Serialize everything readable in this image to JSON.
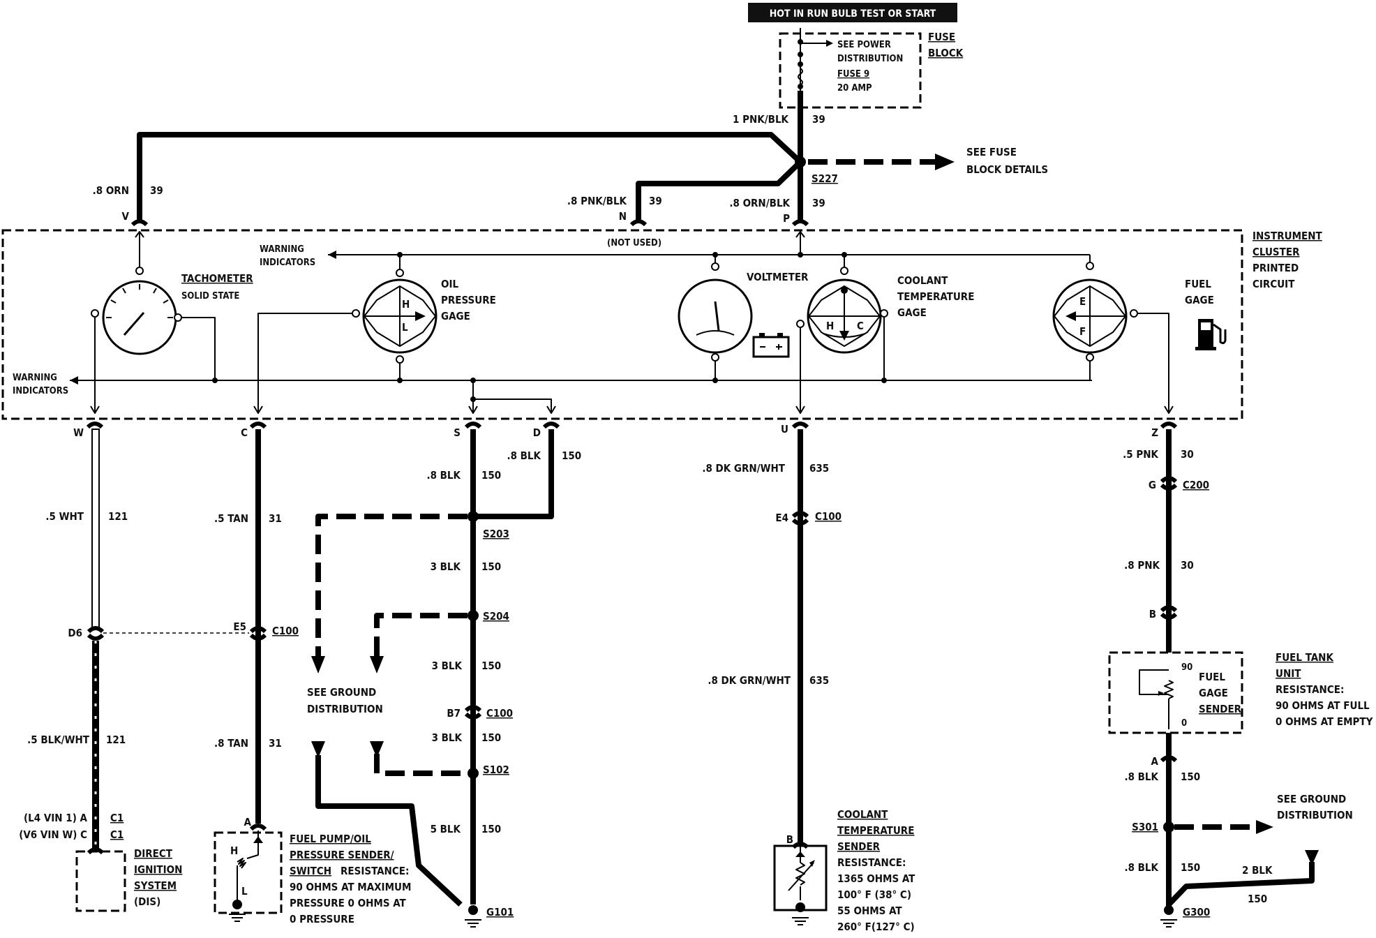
{
  "banner": "HOT IN RUN BULB TEST OR START",
  "fuse": {
    "see_power": "SEE POWER",
    "distribution": "DISTRIBUTION",
    "fuse_name": "FUSE 9",
    "rating": "20 AMP",
    "title1": "FUSE",
    "title2": "BLOCK"
  },
  "fuse_details1": "SEE FUSE",
  "fuse_details2": "BLOCK DETAILS",
  "splice_s227": "S227",
  "wires_top": {
    "pnk_blk_1": "1 PNK/BLK",
    "c39a": "39",
    "orn_left": ".8 ORN",
    "c39b": "39",
    "pnk_blk_n": ".8 PNK/BLK",
    "c39c": "39",
    "orn_blk_p": ".8 ORN/BLK",
    "c39d": "39"
  },
  "pins_top": {
    "v": "V",
    "n": "N",
    "p": "P"
  },
  "cluster": {
    "title": [
      "INSTRUMENT",
      "CLUSTER",
      "PRINTED",
      "CIRCUIT"
    ],
    "warning1": "WARNING",
    "indicators1": "INDICATORS",
    "warning2": "WARNING",
    "indicators2": "INDICATORS",
    "not_used": "(NOT USED)",
    "tach": "TACHOMETER",
    "tach_sub": "SOLID STATE",
    "oil": [
      "OIL",
      "PRESSURE",
      "GAGE"
    ],
    "volt": "VOLTMETER",
    "coolant": [
      "COOLANT",
      "TEMPERATURE",
      "GAGE"
    ],
    "fuel": [
      "FUEL",
      "GAGE"
    ],
    "oil_h": "H",
    "oil_l": "L",
    "cool_h": "H",
    "cool_c": "C",
    "fuel_e": "E",
    "fuel_f": "F"
  },
  "pins_bottom": {
    "w": "W",
    "c": "C",
    "s": "S",
    "d": "D",
    "u": "U",
    "z": "Z"
  },
  "wires_bottom": {
    "w1": ".5 WHT",
    "w1c": "121",
    "w2": ".5 BLK/WHT",
    "w2c": "121",
    "c1": ".5 TAN",
    "c1c": "31",
    "c2": ".8 TAN",
    "c2c": "31",
    "s1": ".8 BLK",
    "s1c": "150",
    "d1": ".8 BLK",
    "d1c": "150",
    "s2": "3 BLK",
    "s2c": "150",
    "s3": "3 BLK",
    "s3c": "150",
    "s4": "3 BLK",
    "s4c": "150",
    "s5": "5 BLK",
    "s5c": "150",
    "u1": ".8 DK GRN/WHT",
    "u1c": "635",
    "u2": ".8 DK GRN/WHT",
    "u2c": "635",
    "z1": ".5 PNK",
    "z1c": "30",
    "z2": ".8 PNK",
    "z2c": "30",
    "z3": ".8 BLK",
    "z3c": "150",
    "z4": ".8 BLK",
    "z4c": "150",
    "z5": "2 BLK",
    "z5c": "150"
  },
  "connectors": {
    "d6": "D6",
    "e5": "E5",
    "c100a": "C100",
    "b7": "B7",
    "c100b": "C100",
    "e4": "E4",
    "c100c": "C100",
    "g": "G",
    "c200": "C200",
    "b": "B",
    "a_fuel": "A",
    "a_pump": "A",
    "b_cool": "B",
    "vin1": "(L4 VIN 1)  A",
    "vin2": "(V6 VIN W)  C",
    "c1a": "C1",
    "c1b": "C1"
  },
  "splices": {
    "s203": "S203",
    "s204": "S204",
    "s102": "S102",
    "s301": "S301"
  },
  "grounds": {
    "g101": "G101",
    "g300": "G300"
  },
  "ground_dist1": "SEE GROUND",
  "ground_dist2": "DISTRIBUTION",
  "ground_dist3": "SEE GROUND",
  "ground_dist4": "DISTRIBUTION",
  "dis": [
    "DIRECT",
    "IGNITION",
    "SYSTEM",
    "(DIS)"
  ],
  "pump": {
    "title": [
      "FUEL PUMP/OIL",
      "PRESSURE SENDER/",
      "SWITCH"
    ],
    "resistance": "RESISTANCE:",
    "body": [
      "90 OHMS AT MAXIMUM",
      "PRESSURE 0 OHMS AT",
      "0 PRESSURE"
    ],
    "h": "H",
    "l": "L"
  },
  "cool_sender": {
    "title": [
      "COOLANT",
      "TEMPERATURE",
      "SENDER"
    ],
    "body": [
      "RESISTANCE:",
      "1365 OHMS AT",
      "100° F (38° C)",
      "55 OHMS AT",
      "260° F(127° C)"
    ]
  },
  "fuel_unit": {
    "title": [
      "FUEL TANK",
      "UNIT"
    ],
    "body": [
      "RESISTANCE:",
      "90 OHMS AT FULL",
      "0 OHMS AT EMPTY"
    ],
    "sender": [
      "FUEL",
      "GAGE",
      "SENDER"
    ],
    "v90": "90",
    "v0": "0"
  }
}
